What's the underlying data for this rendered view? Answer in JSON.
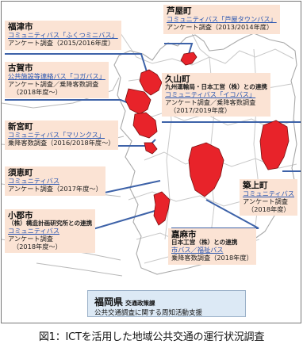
{
  "colors": {
    "highlight": "#e8232a",
    "connector": "#3d62a8",
    "label_bg": "#fbe3d4",
    "pref_bg": "#dce9f5",
    "bus_text": "#2a56b0"
  },
  "labels": [
    {
      "id": "ashiya",
      "name": "芦屋町",
      "lines": [
        {
          "text": "コミュニティバス「芦屋タウンバス」",
          "kind": "bus"
        },
        {
          "text": "アンケート調査（2013/2014年度）"
        }
      ]
    },
    {
      "id": "fukutsu",
      "name": "福津市",
      "lines": [
        {
          "text": "コミュニティバス「ふくつミニバス」",
          "kind": "bus"
        },
        {
          "text": "アンケート調査（2015/2016年度）"
        }
      ]
    },
    {
      "id": "koga",
      "name": "古賀市",
      "lines": [
        {
          "text": "公共施設等連絡バス「コガバス」",
          "kind": "bus"
        },
        {
          "text": "アンケート調査／乗降客数調査"
        },
        {
          "text": "（2018年度～）",
          "kind": "indent"
        }
      ]
    },
    {
      "id": "hisayama",
      "name": "久山町",
      "lines": [
        {
          "text": "九州運輸局・日本工営（株）との連携",
          "kind": "org"
        },
        {
          "text": "コミュニティバス「イコバス」",
          "kind": "bus"
        },
        {
          "text": "アンケート調査／乗降客数調査"
        },
        {
          "text": "（2017/2019年度）",
          "kind": "indent"
        }
      ]
    },
    {
      "id": "shingu",
      "name": "新宮町",
      "lines": [
        {
          "text": "コミュニティバス「マリンクス」",
          "kind": "bus"
        },
        {
          "text": "乗降客数調査（2016/2018年度～）"
        }
      ]
    },
    {
      "id": "sue",
      "name": "須恵町",
      "lines": [
        {
          "text": "コミュニティバス",
          "kind": "bus"
        },
        {
          "text": "アンケート調査（2017年度～）"
        }
      ]
    },
    {
      "id": "chikujo",
      "name": "築上町",
      "lines": [
        {
          "text": "コミュニティバス",
          "kind": "bus"
        },
        {
          "text": "アンケート調査"
        },
        {
          "text": "（2018年度）",
          "kind": "indent"
        }
      ]
    },
    {
      "id": "kanda",
      "name": "小郡市",
      "lines": [
        {
          "text": "（株）構造計画研究所との連携",
          "kind": "org"
        },
        {
          "text": "コミュニティバス",
          "kind": "bus"
        },
        {
          "text": "アンケート調査"
        },
        {
          "text": "（2018年度～）",
          "kind": "indent"
        }
      ]
    },
    {
      "id": "kama",
      "name": "嘉麻市",
      "lines": [
        {
          "text": "日本工営（株）との連携",
          "kind": "org"
        },
        {
          "text": "市バス／福祉バス",
          "kind": "bus"
        },
        {
          "text": "乗降客数調査（2018年度）"
        }
      ]
    }
  ],
  "prefecture": {
    "name": "福岡県",
    "dept": "交通政策課",
    "desc": "公共交通調査に関する周知活動支援"
  },
  "caption": "図1：ICTを活用した地域公共交通の運行状況調査"
}
